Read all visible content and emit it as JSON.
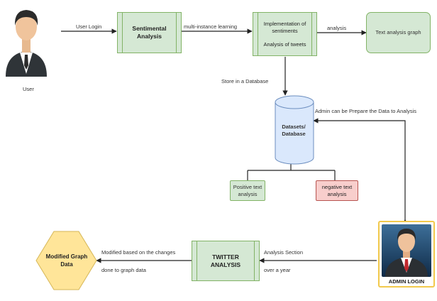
{
  "user": {
    "label": "User"
  },
  "edges": {
    "user_login": "User Login",
    "multi_instance": "multi-instance learning",
    "analysis": "analysis",
    "store": "Store in a Database",
    "admin_prepare": "Admin can be Prepare the Data to Analysis",
    "analysis_section": "Analysis Section",
    "over_a_year": "over a year",
    "modified_line1": "Modified based on the changes",
    "modified_line2": "done to graph data"
  },
  "nodes": {
    "sentimental": [
      "Sentimental",
      "Analysis"
    ],
    "implementation": [
      "Implementation of",
      "sentiments",
      "Analysis of tweets"
    ],
    "text_graph": "Text analysis graph",
    "database": [
      "Datasets/",
      "Database"
    ],
    "positive": [
      "Positive text",
      "analysis"
    ],
    "negative": [
      "negative text",
      "analysis"
    ],
    "twitter": [
      "TWITTER",
      "ANALYSIS"
    ],
    "modified_graph": [
      "Modified Graph",
      "Data"
    ]
  },
  "admin": {
    "label": "ADMIN LOGIN"
  },
  "colors": {
    "process_fill": "#d5e8d4",
    "process_stroke": "#82b366",
    "negative_fill": "#f8cecc",
    "negative_stroke": "#b85450",
    "database_fill": "#dae8fc",
    "database_stroke": "#6c8ebf",
    "hexagon_fill": "#ffe599",
    "hexagon_stroke": "#d6b656",
    "admin_border": "#f2c94c",
    "edge_color": "#222222"
  }
}
